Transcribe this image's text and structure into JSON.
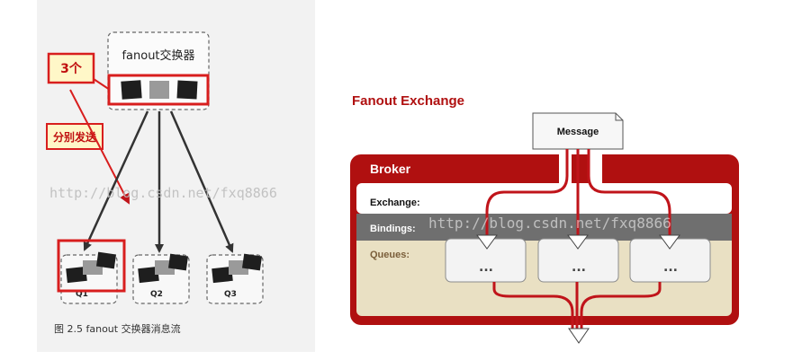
{
  "left": {
    "exchange_title": "fanout交换器",
    "callout_count": "3个",
    "callout_send": "分别发送",
    "queues": [
      "Q1",
      "Q2",
      "Q3"
    ],
    "caption": "图 2.5   fanout 交换器消息流",
    "watermark": "http://blog.csdn.net/fxq8866"
  },
  "right": {
    "title": "Fanout Exchange",
    "message": "Message",
    "broker": "Broker",
    "exchange_label": "Exchange:",
    "bindings_label": "Bindings:",
    "queues_label": "Queues:",
    "queue_placeholder": "...",
    "watermark": "http://blog.csdn.net/fxq8866"
  },
  "colors": {
    "accent_red": "#b01010",
    "callout_yellow": "#fff7c8",
    "bindings_band": "#6f6f6f",
    "queues_area": "#e9e0c3",
    "left_background": "#f2f2f2"
  }
}
